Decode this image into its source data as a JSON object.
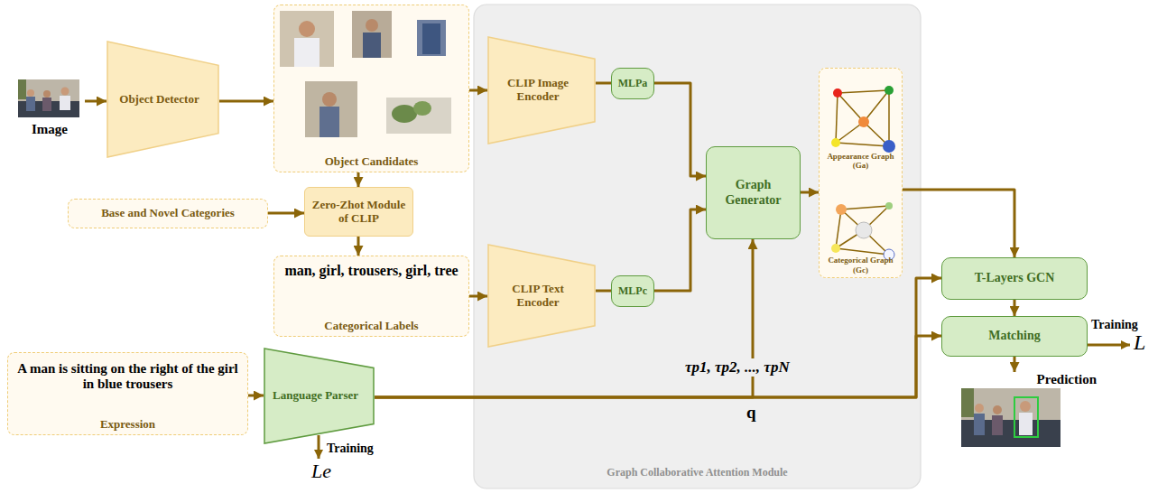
{
  "diagram": {
    "nodes": [
      {
        "text": [
          "Image"
        ]
      },
      {
        "text": [
          "Object Detector"
        ]
      },
      {
        "text": [
          "Object Candidates"
        ]
      },
      {
        "text": [
          "Base and Novel Categories"
        ]
      },
      {
        "text": [
          "Zero-Zhot Module of CLIP"
        ]
      },
      {
        "text": [
          "man, girl, trousers, girl, tree",
          "Categorical Labels"
        ]
      },
      {
        "text": [
          "A man is sitting on the right of the girl in blue trousers",
          "Expression"
        ]
      },
      {
        "text": [
          "Language Parser"
        ]
      },
      {
        "text": [
          "Graph Collaborative Attention Module"
        ]
      },
      {
        "text": [
          "CLIP Image Encoder"
        ],
        "in": 8
      },
      {
        "text": [
          "MLPa"
        ],
        "in": 8
      },
      {
        "text": [
          "CLIP Text Encoder"
        ],
        "in": 8
      },
      {
        "text": [
          "MLPc"
        ],
        "in": 8
      },
      {
        "text": [
          "Graph Generator"
        ],
        "in": 8
      },
      {
        "text": [
          "Appearance Graph (Ga)",
          "Categorical Graph (Gc)"
        ],
        "in": 8
      },
      {
        "text": [
          "T-Layers GCN"
        ]
      },
      {
        "text": [
          "Matching"
        ]
      },
      {
        "text": [
          "Prediction"
        ]
      }
    ],
    "edges": [
      {
        "from": 0,
        "to": 1,
        "arrow": "to"
      },
      {
        "from": 1,
        "to": 2,
        "arrow": "to"
      },
      {
        "from": 2,
        "to": 9,
        "arrow": "to"
      },
      {
        "from": 2,
        "to": 4,
        "arrow": "to"
      },
      {
        "from": 3,
        "to": 4,
        "arrow": "to"
      },
      {
        "from": 4,
        "to": 5,
        "arrow": "to"
      },
      {
        "from": 5,
        "to": 11,
        "arrow": "to"
      },
      {
        "from": 6,
        "to": 7,
        "arrow": "to"
      },
      {
        "from": 7,
        "to": 13,
        "arrow": "to"
      },
      {
        "from": 7,
        "to": 15,
        "arrow": "to"
      },
      {
        "from": 7,
        "to": 16,
        "arrow": "to"
      },
      {
        "from": 9,
        "to": 10,
        "arrow": "none"
      },
      {
        "from": 11,
        "to": 12,
        "arrow": "none"
      },
      {
        "from": 10,
        "to": 13,
        "arrow": "to"
      },
      {
        "from": 12,
        "to": 13,
        "arrow": "to"
      },
      {
        "from": 13,
        "to": 14,
        "arrow": "to"
      },
      {
        "from": 14,
        "to": 15,
        "arrow": "to"
      },
      {
        "from": 15,
        "to": 16,
        "arrow": "to"
      },
      {
        "from": 16,
        "to": 17,
        "arrow": "to"
      }
    ],
    "labels": [
      "Training",
      "Le",
      "τp1, τp2, ..., τpN",
      "q",
      "Training",
      "L"
    ]
  }
}
